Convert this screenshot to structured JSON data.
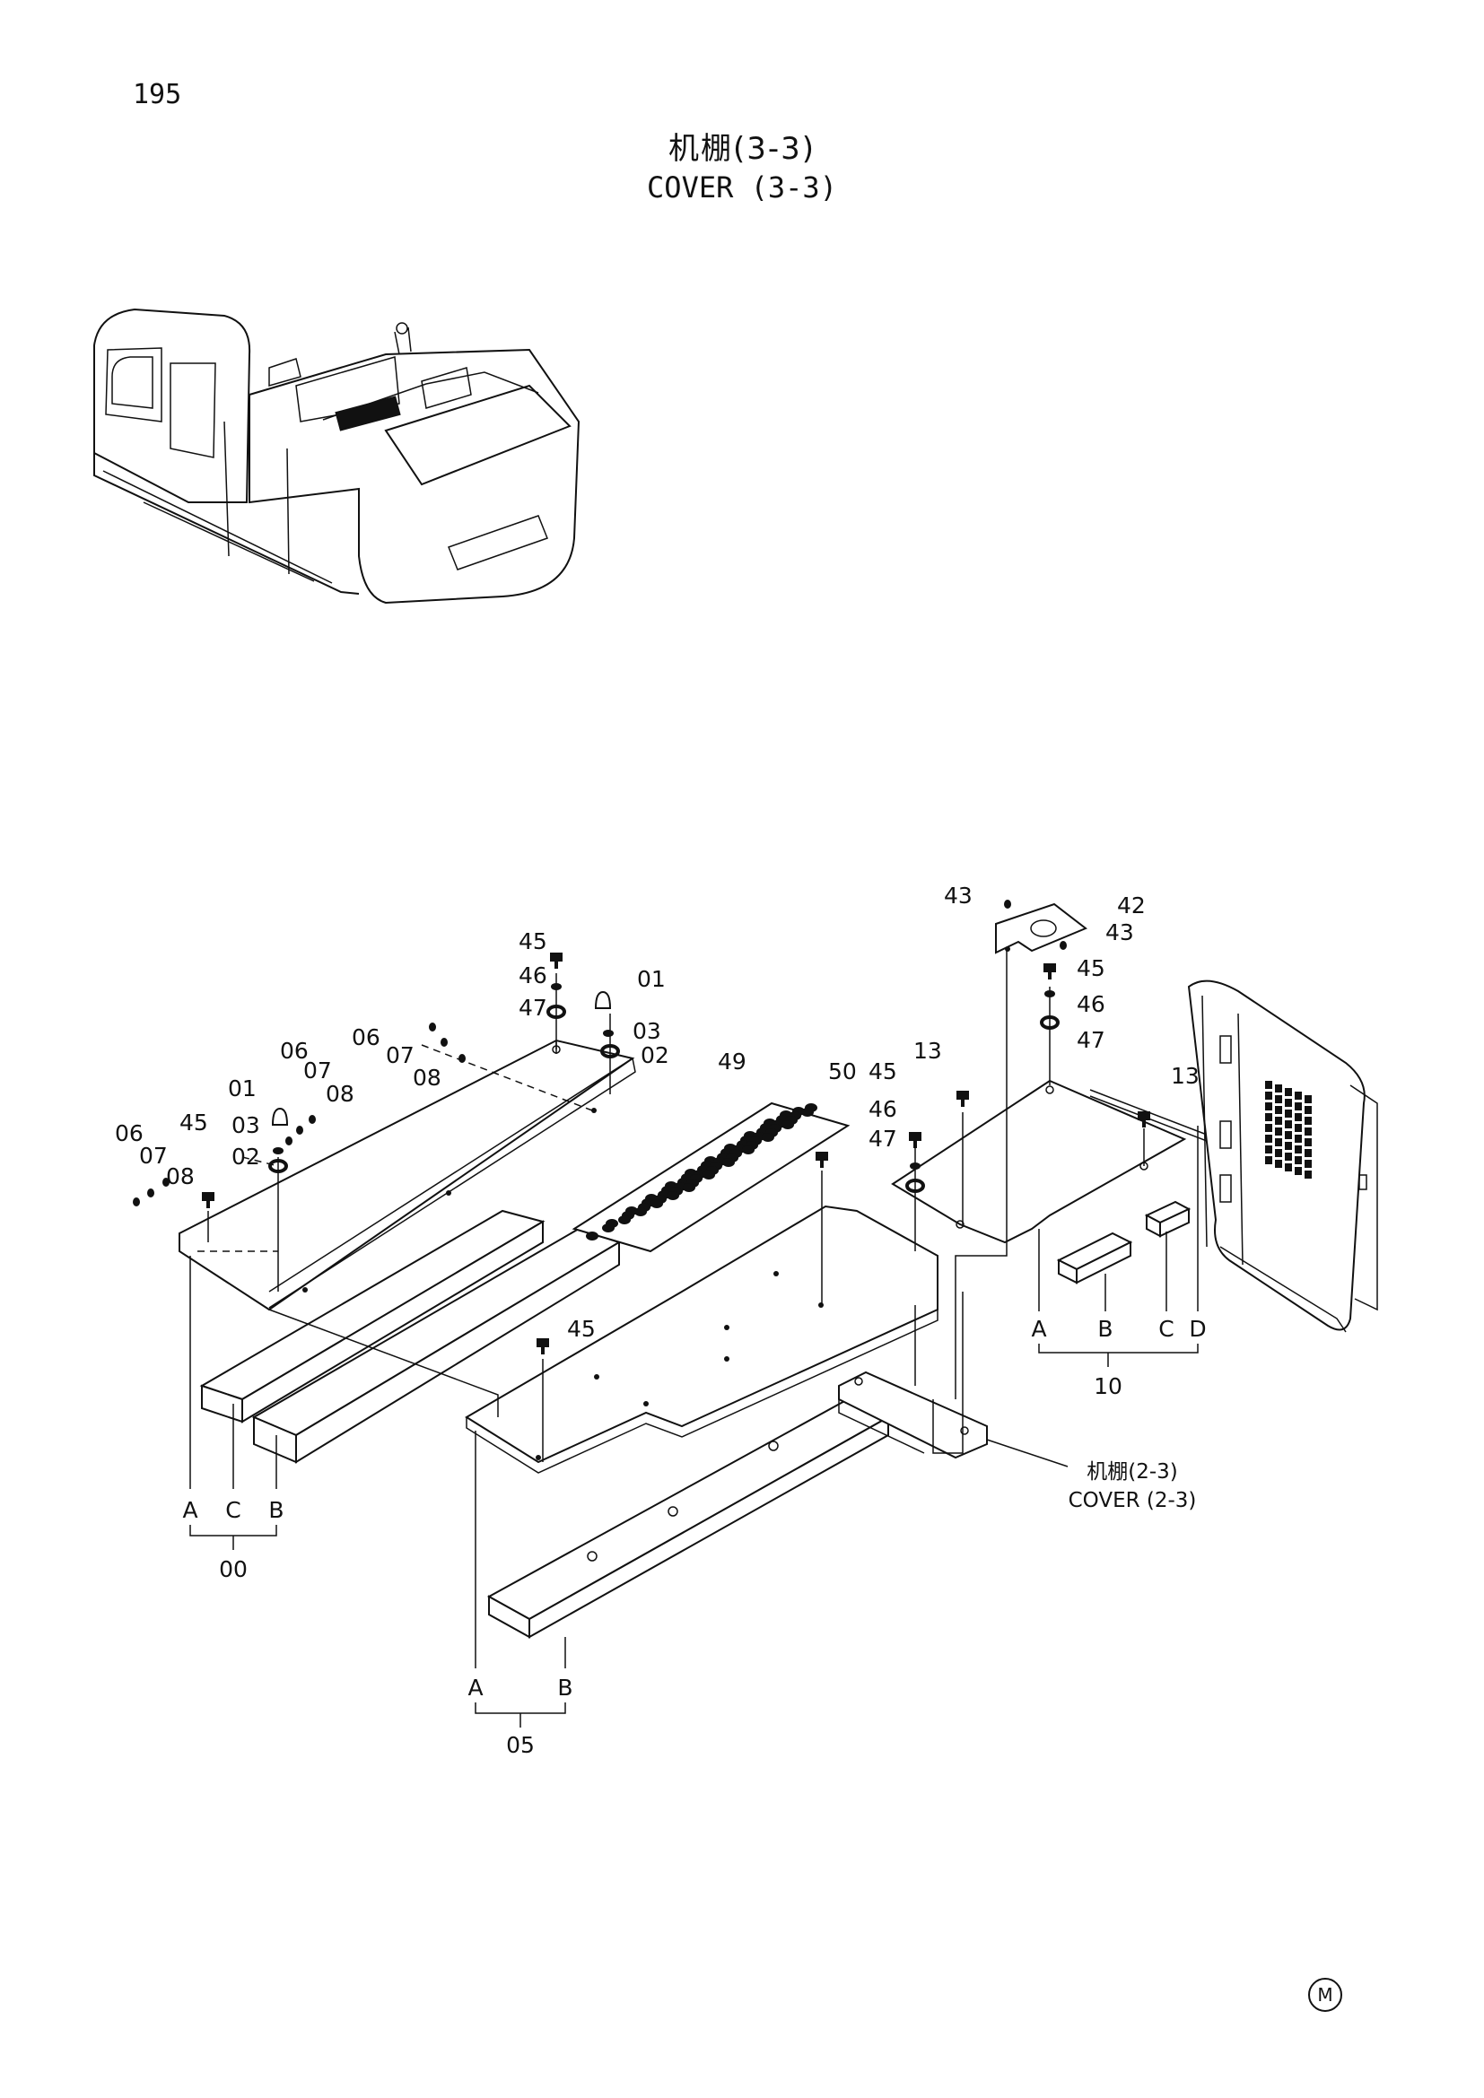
{
  "page_number": "195",
  "title_cn": "机棚(3-3)",
  "title_en": "COVER (3-3)",
  "reference": {
    "cn": "机棚(2-3)",
    "en": "COVER (2-3)"
  },
  "callouts": [
    "45",
    "46",
    "47",
    "01",
    "03",
    "02",
    "06",
    "07",
    "08",
    "06",
    "07",
    "08",
    "01",
    "03",
    "02",
    "06",
    "07",
    "08",
    "45",
    "49",
    "50",
    "45",
    "46",
    "47",
    "13",
    "13",
    "43",
    "42",
    "43",
    "45",
    "46",
    "47",
    "45"
  ],
  "group_00": {
    "letters": [
      "A",
      "C",
      "B"
    ],
    "number": "00"
  },
  "group_05": {
    "letters": [
      "A",
      "B"
    ],
    "number": "05"
  },
  "group_10": {
    "letters": [
      "A",
      "B",
      "C",
      "D"
    ],
    "number": "10"
  },
  "corner_mark": "M"
}
